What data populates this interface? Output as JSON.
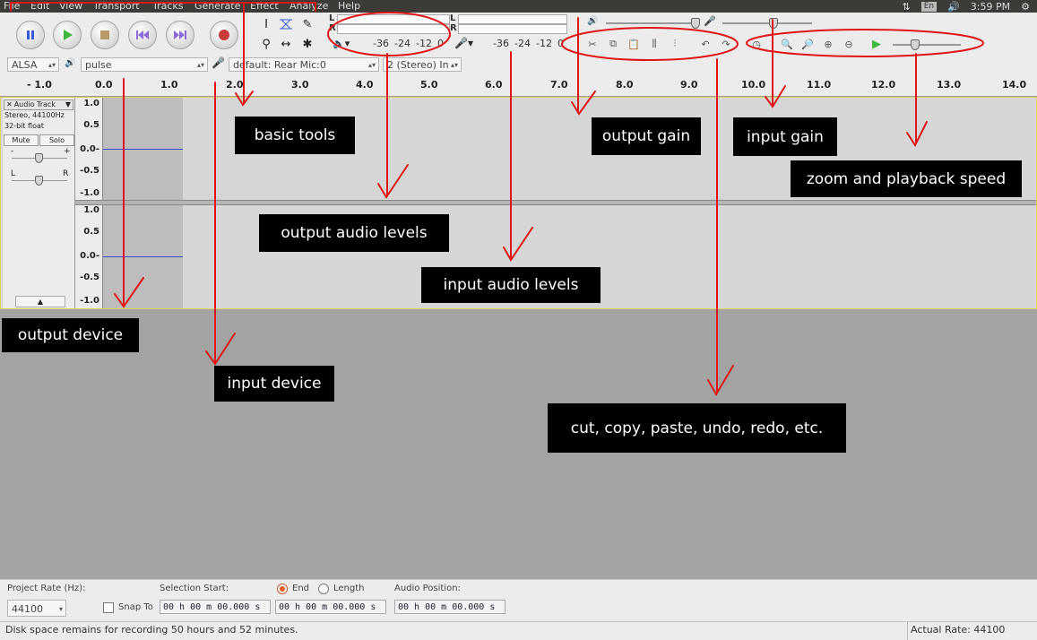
{
  "menubar": {
    "items": [
      "File",
      "Edit",
      "View",
      "Transport",
      "Tracks",
      "Generate",
      "Effect",
      "Analyze",
      "Help"
    ],
    "lang": "En",
    "clock": "3:59 PM"
  },
  "meters": {
    "play_left": "L",
    "play_right": "R",
    "rec_left": "L",
    "rec_right": "R",
    "play_ticks": [
      "-36",
      "-24",
      "-12",
      "0"
    ],
    "rec_ticks": [
      "-36",
      "-24",
      "-12",
      "0"
    ]
  },
  "device": {
    "host": "ALSA",
    "output": "pulse",
    "input": "default: Rear Mic:0",
    "channels": "2 (Stereo) In"
  },
  "ruler": {
    "ticks": [
      "- 1.0",
      "0.0",
      "1.0",
      "2.0",
      "3.0",
      "4.0",
      "5.0",
      "6.0",
      "7.0",
      "8.0",
      "9.0",
      "10.0",
      "11.0",
      "12.0",
      "13.0",
      "14.0"
    ]
  },
  "track": {
    "name": "Audio Track",
    "info1": "Stereo, 44100Hz",
    "info2": "32-bit float",
    "mute": "Mute",
    "solo": "Solo",
    "gain_minus": "-",
    "gain_plus": "+",
    "pan_left": "L",
    "pan_right": "R",
    "scale": [
      "1.0",
      "0.5",
      "0.0-",
      "-0.5",
      "-1.0"
    ]
  },
  "selection": {
    "rate_label": "Project Rate (Hz):",
    "rate": "44100",
    "snap_to": "Snap To",
    "sel_start_label": "Selection Start:",
    "end_label": "End",
    "length_label": "Length",
    "audio_pos_label": "Audio Position:",
    "time1": "00 h 00 m 00.000 s",
    "time2": "00 h 00 m 00.000 s",
    "time3": "00 h 00 m 00.000 s"
  },
  "status": {
    "left": "Disk space remains for recording 50 hours and 52 minutes.",
    "right": "Actual Rate: 44100"
  },
  "annotations": {
    "basic_tools": "basic tools",
    "output_gain": "output gain",
    "input_gain": "input gain",
    "zoom_speed": "zoom and playback speed",
    "output_levels": "output audio levels",
    "input_levels": "input audio levels",
    "output_device": "output device",
    "input_device": "input device",
    "edit_tools": "cut, copy, paste, undo, redo, etc."
  },
  "colors": {
    "annotation_red": "#e01616",
    "wave": "#3b4fd1",
    "track_border": "#e3d657"
  }
}
